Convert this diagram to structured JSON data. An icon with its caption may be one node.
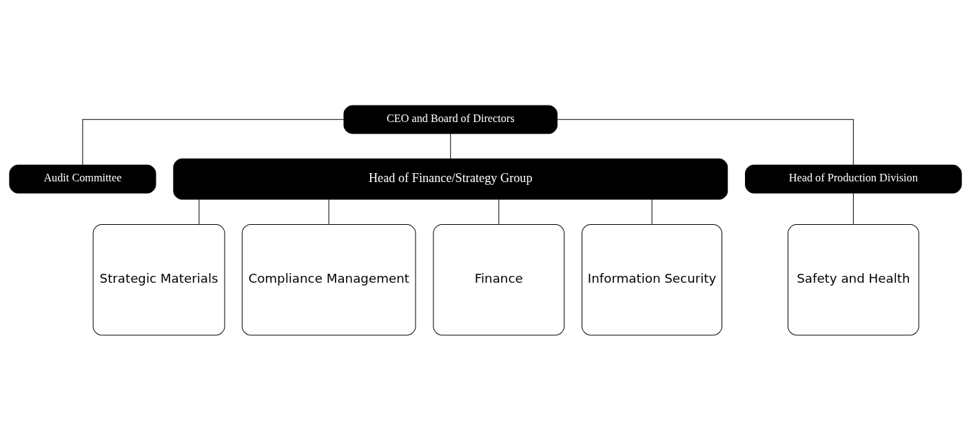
{
  "diagram": {
    "nodes": [
      {
        "text": [
          "CEO and Board of Directors"
        ]
      },
      {
        "text": [
          "Audit Committee"
        ]
      },
      {
        "text": [
          "Head of Finance/Strategy Group"
        ]
      },
      {
        "text": [
          "Head of Production Division"
        ]
      },
      {
        "text": [
          "Strategic Materials"
        ]
      },
      {
        "text": [
          "Compliance Management"
        ]
      },
      {
        "text": [
          "Finance"
        ]
      },
      {
        "text": [
          "Information Security"
        ]
      },
      {
        "text": [
          "Safety and Health"
        ]
      }
    ],
    "edges": [
      {
        "from": 0,
        "to": 1,
        "arrow": "none"
      },
      {
        "from": 0,
        "to": 2,
        "arrow": "none"
      },
      {
        "from": 0,
        "to": 3,
        "arrow": "none"
      },
      {
        "from": 2,
        "to": 4,
        "arrow": "none"
      },
      {
        "from": 2,
        "to": 5,
        "arrow": "none"
      },
      {
        "from": 2,
        "to": 6,
        "arrow": "none"
      },
      {
        "from": 2,
        "to": 7,
        "arrow": "none"
      },
      {
        "from": 3,
        "to": 8,
        "arrow": "none"
      }
    ]
  }
}
